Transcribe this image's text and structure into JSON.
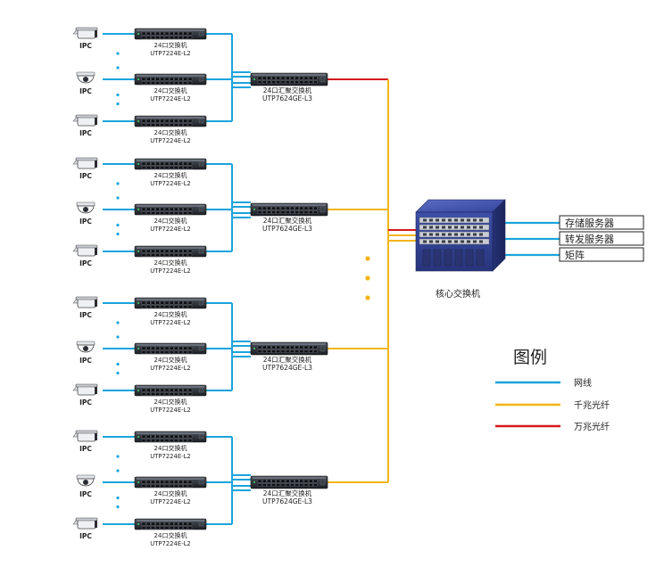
{
  "colors": {
    "network_line": "#1ba4dc",
    "gigabit_fiber": "#f2b516",
    "ten_gigabit_fiber": "#d7191c",
    "switch_body": "#2b2f36",
    "core_switch": "#2f3e8f"
  },
  "camera_label": "IPC",
  "access_switch": {
    "name": "24口交换机",
    "model": "UTP7224E-L2"
  },
  "aggregation_switch": {
    "name": "24口汇聚交换机",
    "model": "UTP7624GE-L3"
  },
  "core_switch_label": "核心交换机",
  "servers": [
    {
      "label": "存储服务器"
    },
    {
      "label": "转发服务器"
    },
    {
      "label": "矩阵"
    }
  ],
  "legend": {
    "title": "图例",
    "items": [
      {
        "label": "网线",
        "type": "network"
      },
      {
        "label": "千兆光纤",
        "type": "gigabit"
      },
      {
        "label": "万兆光纤",
        "type": "ten_gigabit"
      }
    ]
  },
  "groups": [
    {
      "camera_types": [
        "box",
        "dome",
        "box"
      ],
      "uplink": "ten_gigabit"
    },
    {
      "camera_types": [
        "box",
        "dome",
        "box"
      ],
      "uplink": "gigabit"
    },
    {
      "camera_types": [
        "box",
        "dome",
        "box"
      ],
      "uplink": "gigabit"
    },
    {
      "camera_types": [
        "box",
        "dome",
        "box"
      ],
      "uplink": "gigabit"
    }
  ]
}
